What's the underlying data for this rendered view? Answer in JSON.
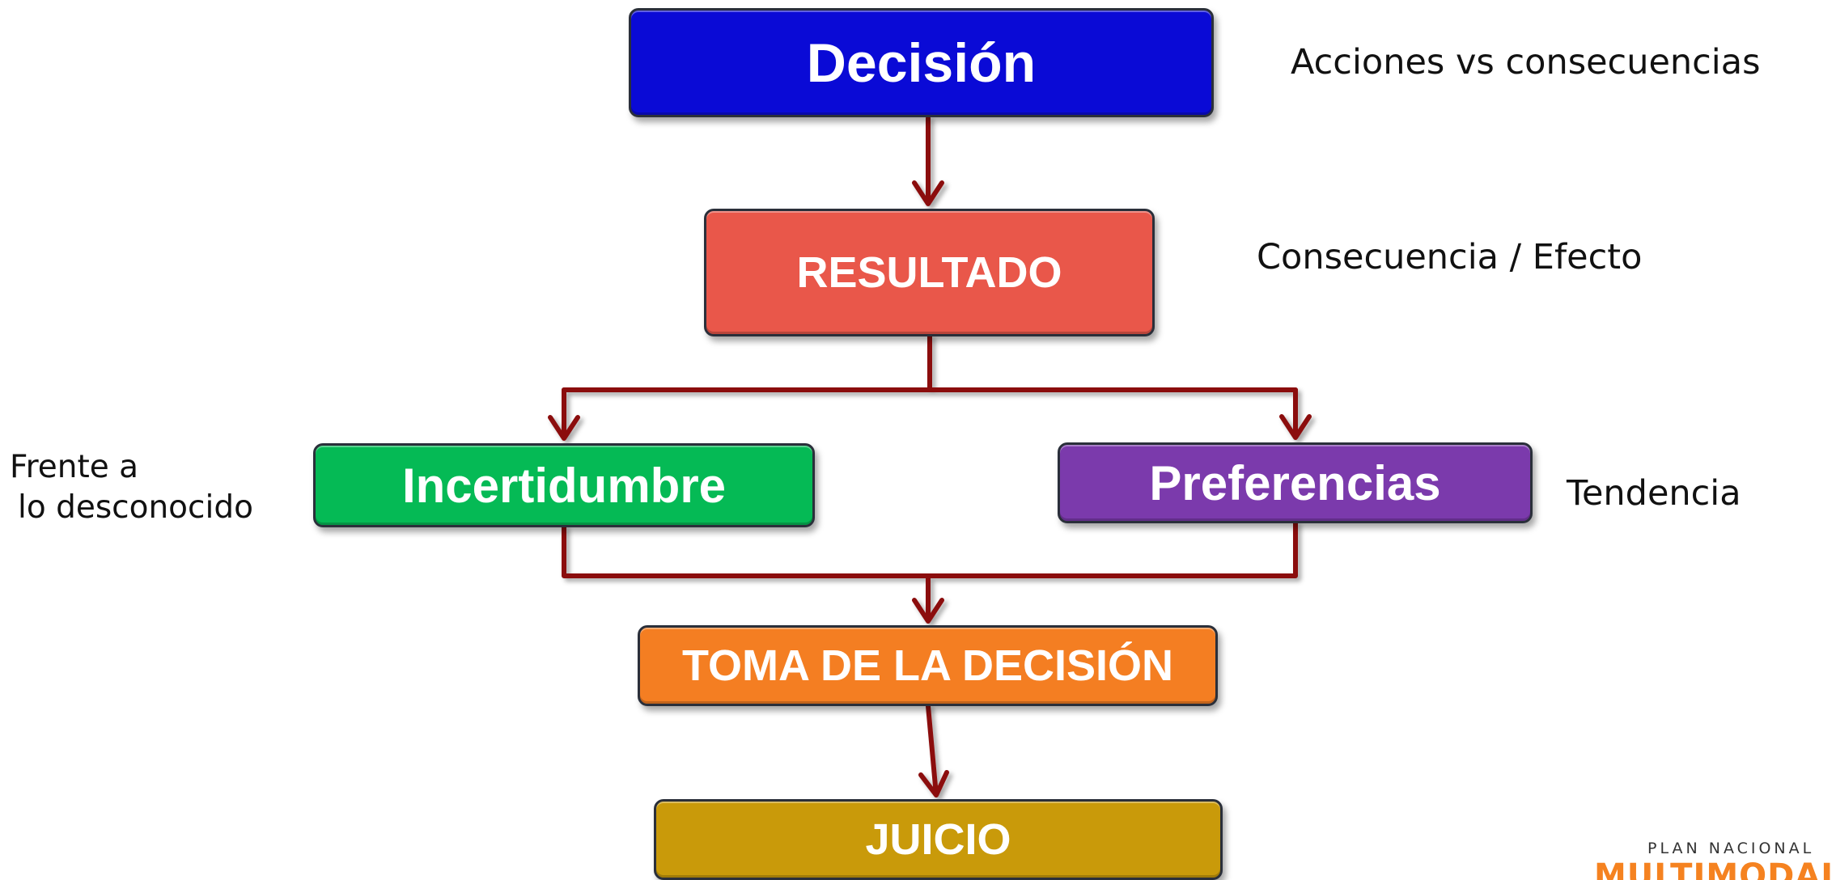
{
  "colors": {
    "decision": "#0a0ad6",
    "resultado": "#e9574a",
    "incertidumbre": "#05ba55",
    "preferencias": "#7b3aac",
    "toma": "#f47e22",
    "juicio": "#c99a0a",
    "connector": "#8b0f0f",
    "logo_accent": "#f58220"
  },
  "nodes": {
    "decision": "Decisión",
    "resultado": "RESULTADO",
    "incertidumbre": "Incertidumbre",
    "preferencias": "Preferencias",
    "toma": "TOMA DE LA DECISIÓN",
    "juicio": "JUICIO"
  },
  "notes": {
    "acciones": "Acciones vs consecuencias",
    "consecuencia": "Consecuencia / Efecto",
    "frente_line1": "Frente a",
    "frente_line2": "lo desconocido",
    "tendencia": "Tendencia"
  },
  "logo": {
    "line1": "PLAN NACIONAL",
    "line2": "MULTIMODAL"
  }
}
